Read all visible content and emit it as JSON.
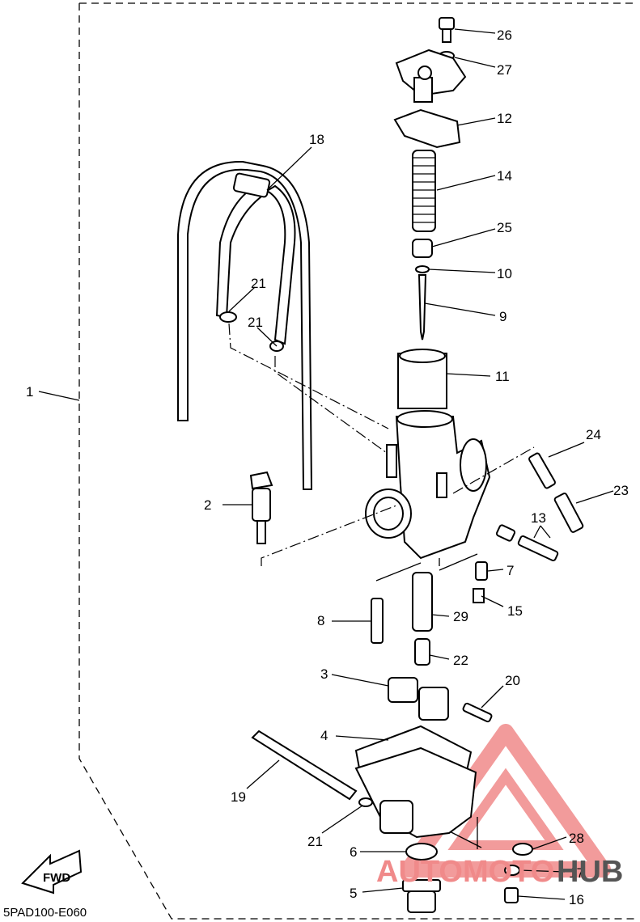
{
  "diagram_code": "5PAD100-E060",
  "fwd_label": "FWD",
  "watermark": {
    "brand_part1": "AUTOMOTO",
    "brand_part2": "HUB",
    "color_primary": "#f08a8a",
    "color_secondary": "#555555"
  },
  "callouts": [
    {
      "id": "c1",
      "num": "1"
    },
    {
      "id": "c2",
      "num": "2"
    },
    {
      "id": "c3",
      "num": "3"
    },
    {
      "id": "c4",
      "num": "4"
    },
    {
      "id": "c5",
      "num": "5"
    },
    {
      "id": "c6",
      "num": "6"
    },
    {
      "id": "c7",
      "num": "7"
    },
    {
      "id": "c8",
      "num": "8"
    },
    {
      "id": "c9",
      "num": "9"
    },
    {
      "id": "c10",
      "num": "10"
    },
    {
      "id": "c11",
      "num": "11"
    },
    {
      "id": "c12",
      "num": "12"
    },
    {
      "id": "c13",
      "num": "13"
    },
    {
      "id": "c14",
      "num": "14"
    },
    {
      "id": "c15",
      "num": "15"
    },
    {
      "id": "c16",
      "num": "16"
    },
    {
      "id": "c17",
      "num": "17"
    },
    {
      "id": "c18",
      "num": "18"
    },
    {
      "id": "c19",
      "num": "19"
    },
    {
      "id": "c20",
      "num": "20"
    },
    {
      "id": "c21a",
      "num": "21"
    },
    {
      "id": "c21b",
      "num": "21"
    },
    {
      "id": "c21c",
      "num": "21"
    },
    {
      "id": "c22",
      "num": "22"
    },
    {
      "id": "c23",
      "num": "23"
    },
    {
      "id": "c24",
      "num": "24"
    },
    {
      "id": "c25",
      "num": "25"
    },
    {
      "id": "c26",
      "num": "26"
    },
    {
      "id": "c27",
      "num": "27"
    },
    {
      "id": "c28",
      "num": "28"
    },
    {
      "id": "c29",
      "num": "29"
    }
  ]
}
